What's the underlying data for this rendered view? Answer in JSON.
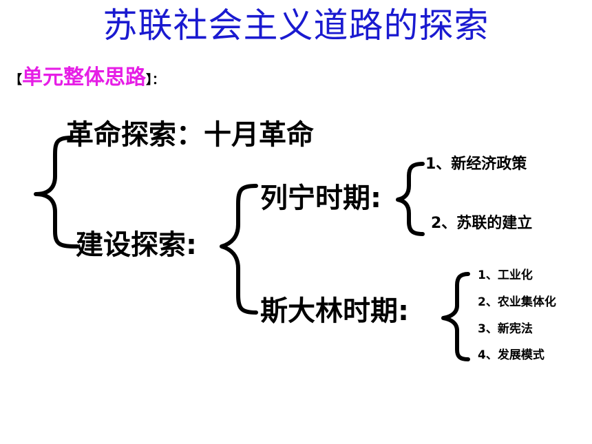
{
  "title": "苏联社会主义道路的探索",
  "subtitle": {
    "left_bracket": "【",
    "text": "单元整体思路",
    "right_bracket": "】：",
    "text_color": "#e61ee6"
  },
  "title_color": "#1a1ad0",
  "diagram": {
    "revolution": "革命探索：十月革命",
    "construction": "建设探索:",
    "lenin": "列宁时期:",
    "lenin_items": [
      "1、新经济政策",
      "2、苏联的建立"
    ],
    "stalin": "斯大林时期:",
    "stalin_items": [
      "1、工业化",
      "2、农业集体化",
      "3、新宪法",
      "4、发展模式"
    ]
  }
}
